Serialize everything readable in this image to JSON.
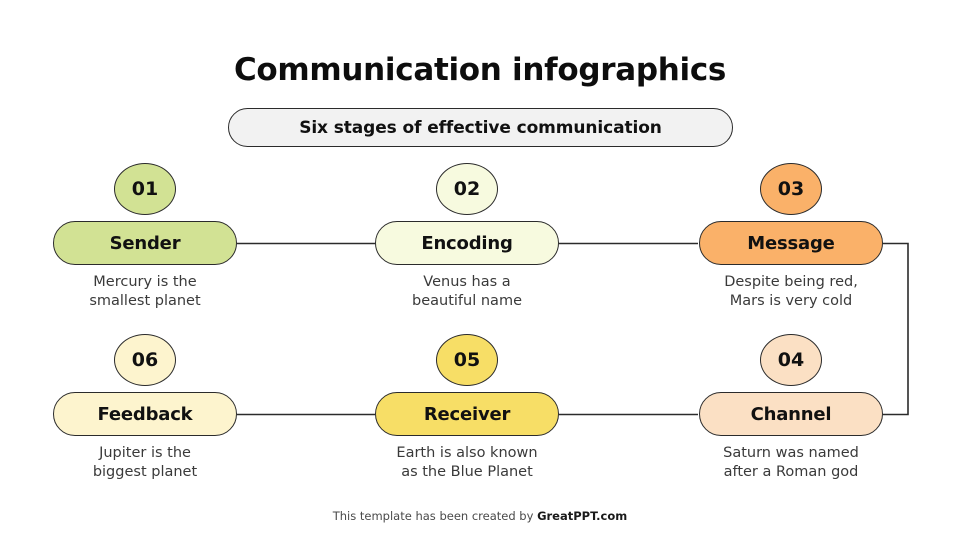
{
  "header": {
    "title": "Communication infographics",
    "subtitle": "Six stages of effective communication"
  },
  "colors": {
    "sender": "#d2e294",
    "encoding": "#f7fadf",
    "message": "#fab169",
    "channel": "#fbe0c4",
    "receiver": "#f7de66",
    "feedback": "#fdf4ce",
    "subtitle_pill": "#f2f2f2",
    "outline": "#2b2b2b",
    "connector": "#2b2b2b"
  },
  "stages": [
    {
      "number": "01",
      "label": "Sender",
      "caption": "Mercury is the\nsmallest planet",
      "color_key": "sender",
      "row": "top",
      "column": 1
    },
    {
      "number": "02",
      "label": "Encoding",
      "caption": "Venus has a\nbeautiful name",
      "color_key": "encoding",
      "row": "top",
      "column": 2
    },
    {
      "number": "03",
      "label": "Message",
      "caption": "Despite being red,\nMars is very cold",
      "color_key": "message",
      "row": "top",
      "column": 3
    },
    {
      "number": "04",
      "label": "Channel",
      "caption": "Saturn was named\nafter a Roman god",
      "color_key": "channel",
      "row": "bottom",
      "column": 3
    },
    {
      "number": "05",
      "label": "Receiver",
      "caption": "Earth is also known\nas the Blue Planet",
      "color_key": "receiver",
      "row": "bottom",
      "column": 2
    },
    {
      "number": "06",
      "label": "Feedback",
      "caption": "Jupiter is the\nbiggest planet",
      "color_key": "feedback",
      "row": "bottom",
      "column": 1
    }
  ],
  "footer": {
    "text": "This template has been created by ",
    "brand": "GreatPPT.com"
  }
}
